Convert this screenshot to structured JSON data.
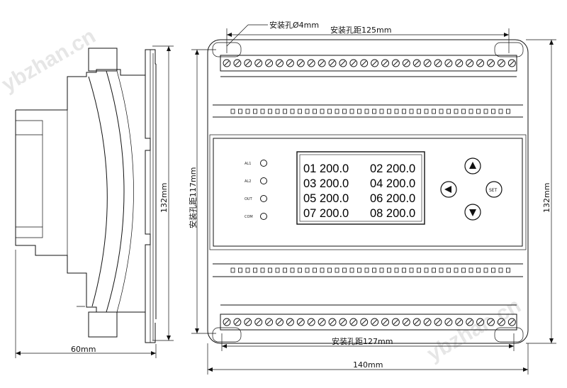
{
  "watermark": "ybzhan.cn",
  "dimensions": {
    "mount_hole": "安装孔Ø4mm",
    "hole_spacing_top": "安装孔距125mm",
    "hole_spacing_bottom": "安装孔距127mm",
    "hole_spacing_vertical": "安装孔距117mm",
    "total_width": "140mm",
    "height_right": "132mm",
    "height_side": "132mm",
    "depth": "60mm"
  },
  "indicators": [
    {
      "label": "AL1"
    },
    {
      "label": "AL2"
    },
    {
      "label": "OUT"
    },
    {
      "label": "COM"
    }
  ],
  "display": {
    "rows": [
      [
        "01 200.0",
        "02 200.0"
      ],
      [
        "03 200.0",
        "04 200.0"
      ],
      [
        "05 200.0",
        "06 200.0"
      ],
      [
        "07 200.0",
        "08 200.0"
      ]
    ]
  },
  "buttons": {
    "up": "up-arrow-icon",
    "down": "down-arrow-icon",
    "left": "left-arrow-icon",
    "set": "SET"
  }
}
